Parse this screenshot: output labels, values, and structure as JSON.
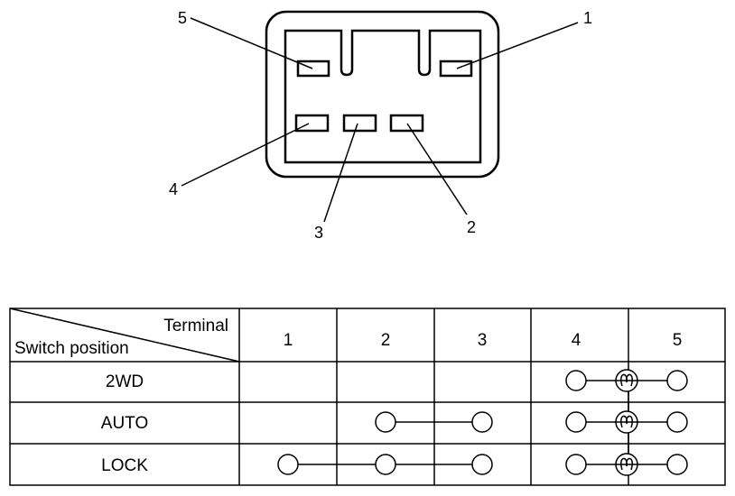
{
  "connector": {
    "terminal_labels": [
      "1",
      "2",
      "3",
      "4",
      "5"
    ]
  },
  "table": {
    "header_top": "Terminal",
    "header_bottom": "Switch position",
    "terminals": [
      "1",
      "2",
      "3",
      "4",
      "5"
    ],
    "rows": [
      {
        "position": "2WD",
        "continuity": [
          [
            4,
            5
          ]
        ],
        "indicator": [
          4,
          5
        ]
      },
      {
        "position": "AUTO",
        "continuity": [
          [
            2,
            3
          ],
          [
            4,
            5
          ]
        ],
        "indicator": [
          4,
          5
        ]
      },
      {
        "position": "LOCK",
        "continuity": [
          [
            1,
            2,
            3
          ],
          [
            4,
            5
          ]
        ],
        "indicator": [
          4,
          5
        ]
      }
    ]
  }
}
